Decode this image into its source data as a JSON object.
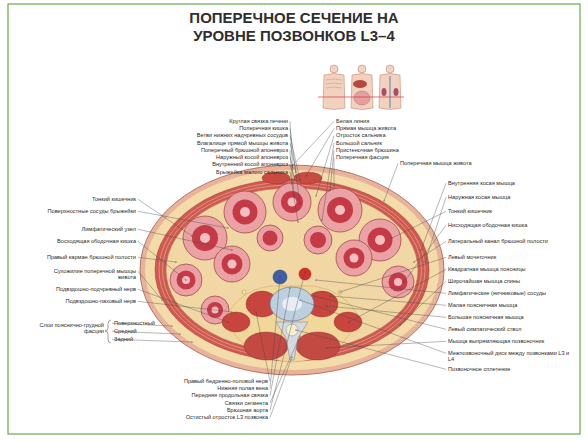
{
  "diagram": {
    "title": "ПОПЕРЕЧНОЕ СЕЧЕНИЕ НА УРОВНЕ ПОЗВОНКОВ L3–4",
    "labels": [
      "Круглая связка печени",
      "Поперечная кишка",
      "Ветви нижних надчревных сосудов",
      "Влагалище прямой мышцы живота",
      "Поперечный брюшной апоневроз",
      "Наружный косой апоневроз",
      "Внутренний косой апоневроз",
      "Брыжейка малого сальника",
      "Белая линия",
      "Прямая мышца живота",
      "Отросток сальника",
      "Большой сальник",
      "Пристеночная брюшина",
      "Поперечная фасция",
      "Поперечная мышца живота",
      "Внутренняя косая мышца",
      "Наружная косая мышца",
      "Тонкий кишечник",
      "Нисходящая ободочная кишка",
      "Латеральный канал брюшной полости",
      "Левый мочеточник",
      "Квадратная мышца поясницы",
      "Широчайшая мышца спины",
      "Лимфатические (яичниковые) сосуды",
      "Малая поясничная мышца",
      "Большая поясничная мышца",
      "Левый симпатический ствол",
      "Мышца выпрямляющая позвоночник",
      "Межпозвоночный диск между позвонками L3 и L4",
      "Позвоночное сплетение",
      "Тонкий кишечник",
      "Поверхностные сосуды брыжейки",
      "Лимфатический узел",
      "Восходящая ободочная кишка",
      "Правый карман брюшной полости",
      "Сухожилие поперечной мышцы живота",
      "Подвздошно-подчревный нерв",
      "Подвздошно-паховый нерв",
      "Слои пояснично-грудной фасции",
      "Поверхностный",
      "Средний",
      "Задний",
      "Правый бедренно-половой нерв",
      "Нижняя полая вена",
      "Передняя продольная связка",
      "Связки сегмента",
      "Брюшная аорта",
      "Остистый отросток L3 позвонка"
    ]
  }
}
